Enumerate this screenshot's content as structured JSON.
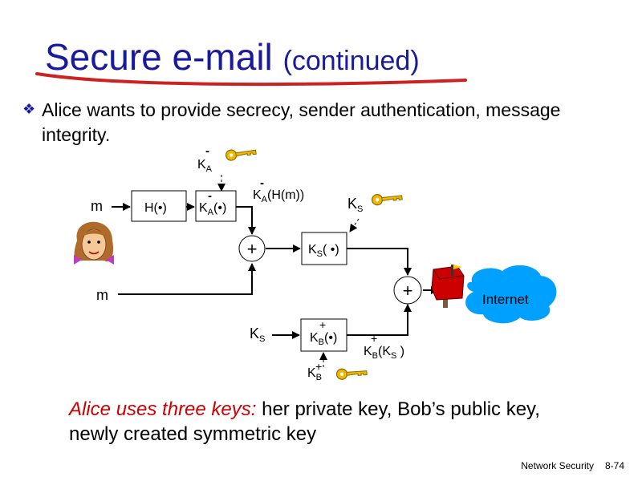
{
  "slide": {
    "title_main": "Secure e-mail",
    "title_cont": "(continued)",
    "bullet_text": "Alice wants to provide secrecy, sender authentication, message integrity.",
    "caption_em": "Alice uses three keys:",
    "caption_rest": " her private key, Bob’s public key, newly created symmetric key",
    "footer_left": "Network Security",
    "footer_right": "8-74"
  },
  "diagram": {
    "m_top": "m",
    "m_bottom": "m",
    "hash_box": "H(•)",
    "priv_key_base": "K",
    "priv_key_sub": "A",
    "priv_key_sup": "-",
    "priv_box_base": "K",
    "priv_box_sub": "A",
    "priv_box_sup": "-",
    "priv_box_arg": "(•)",
    "signed_hash_base": "K",
    "signed_hash_sub": "A",
    "signed_hash_sup": "-",
    "signed_hash_arg": "(H(m))",
    "ks_top_base": "K",
    "ks_top_sub": "S",
    "ks_box_base": "K",
    "ks_box_sub": "S",
    "ks_box_arg": "( •)",
    "ks_left_base": "K",
    "ks_left_sub": "S",
    "kb_box_base": "K",
    "kb_box_sub": "B",
    "kb_box_sup": "+",
    "kb_box_arg": "(•)",
    "kb_out_base": "K",
    "kb_out_sub": "B",
    "kb_out_sup": "+",
    "kb_out_arg": "(K",
    "kb_out_arg_sub": "S",
    "kb_out_arg_close": " )",
    "kb_key_base": "K",
    "kb_key_sub": "B",
    "kb_key_sup": "+",
    "plus_sign": "+",
    "internet": "Internet"
  },
  "colors": {
    "title": "#1a1a9c",
    "underline": "#cc2222",
    "emphasis": "#cc0000",
    "cloud": "#00a0ff",
    "key": "#f0b800",
    "mailbox": "#cc0000"
  }
}
